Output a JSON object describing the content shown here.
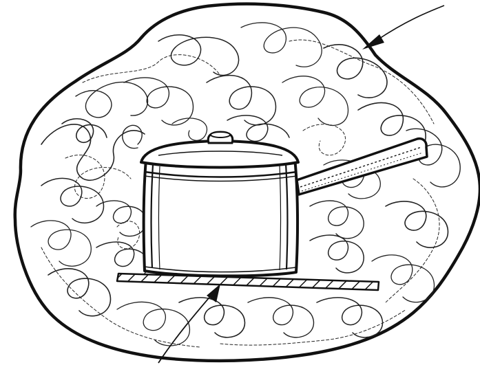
{
  "diagram": {
    "subject": "pot-in-insulating-wrap",
    "colors": {
      "ink": "#111111",
      "paper": "#ffffff",
      "fiber": "#222222"
    },
    "parts": [
      {
        "id": "outer-wrap",
        "label": ""
      },
      {
        "id": "fiber-fill",
        "label": ""
      },
      {
        "id": "cooking-pot",
        "label": ""
      },
      {
        "id": "pot-lid",
        "label": ""
      },
      {
        "id": "pot-handle",
        "label": ""
      },
      {
        "id": "base-board",
        "label": ""
      }
    ],
    "pointers": [
      {
        "target": "outer-wrap",
        "label": ""
      },
      {
        "target": "base-board",
        "label": ""
      }
    ]
  }
}
